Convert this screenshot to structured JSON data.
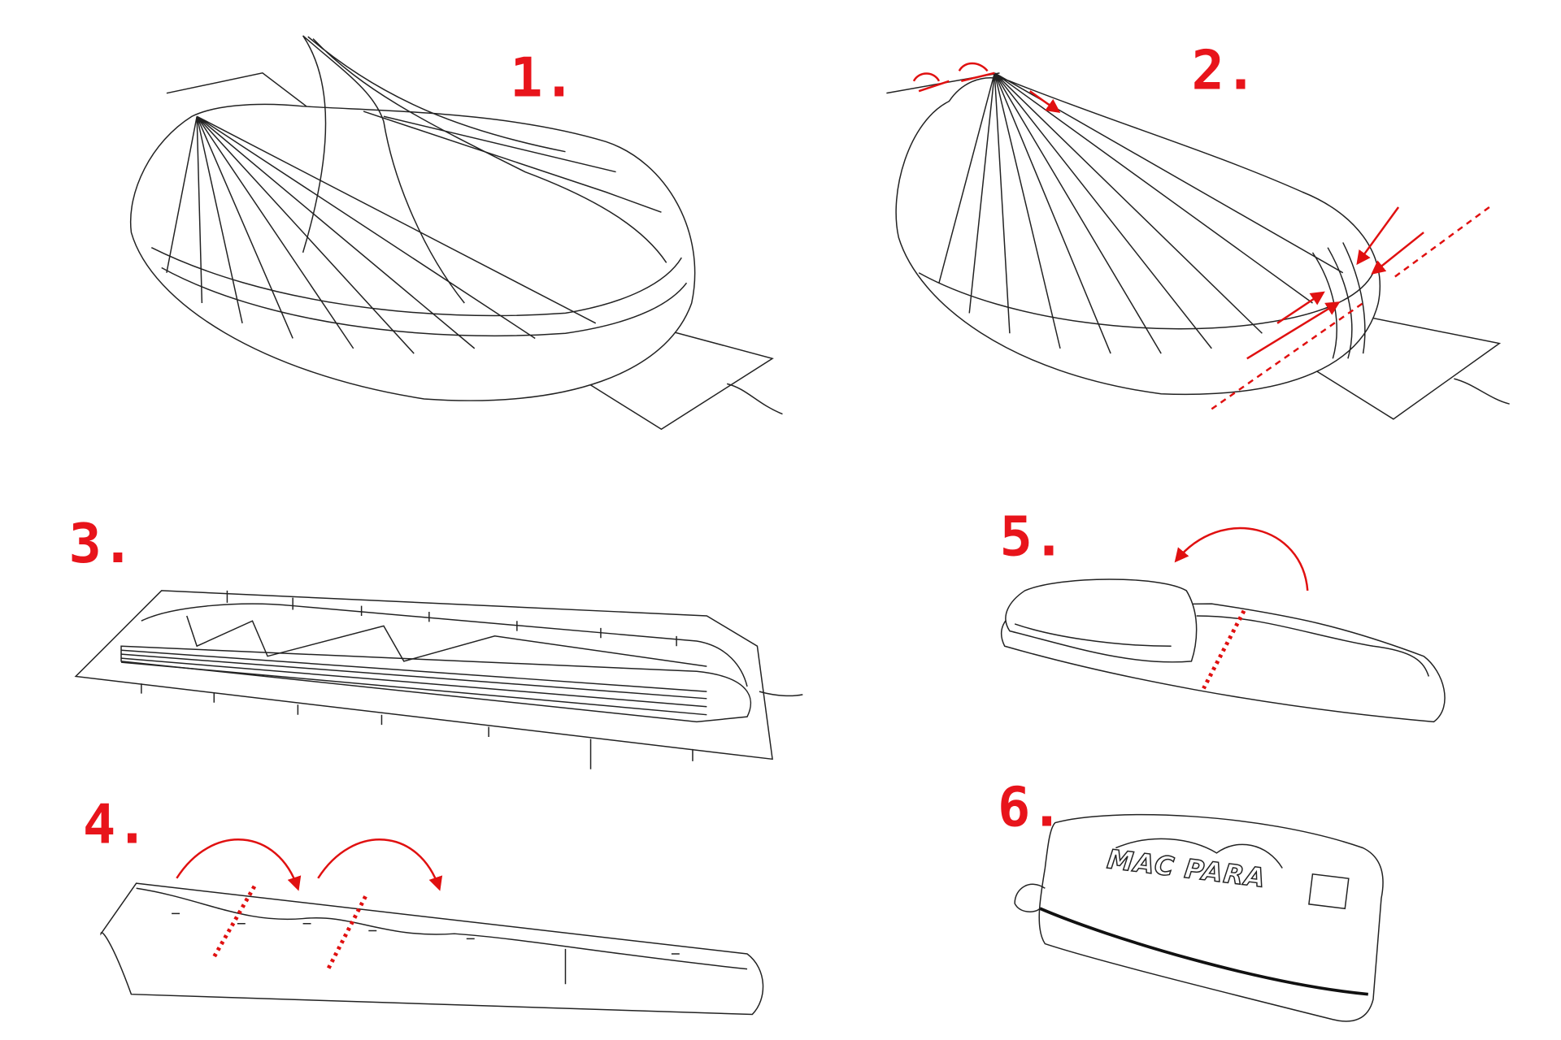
{
  "title": "Paraglider packing steps",
  "steps": [
    {
      "number": "1."
    },
    {
      "number": "2."
    },
    {
      "number": "3."
    },
    {
      "number": "4."
    },
    {
      "number": "5."
    },
    {
      "number": "6."
    }
  ],
  "bag_logo": "MAC PARA",
  "colors": {
    "accent": "#e8141b",
    "line": "#222222"
  }
}
